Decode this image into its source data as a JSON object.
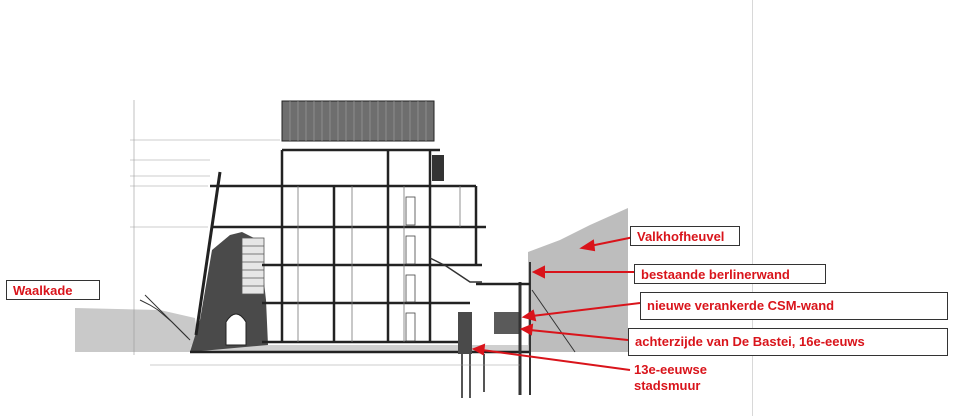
{
  "colors": {
    "label_red": "#d9141b",
    "ground_gray": "#c9c9c9",
    "hill_gray": "#bdbdbd",
    "wall_dark": "#4a4a4a",
    "line_black": "#222222"
  },
  "labels": {
    "waalkade": "Waalkade",
    "valkhofheuvel": "Valkhofheuvel",
    "berlinerwand": "bestaande berlinerwand",
    "csm_wand": "nieuwe verankerde CSM-wand",
    "bastei": "achterzijde van De Bastei, 16e-eeuws",
    "stadsmuur": "13e-eeuwse\nstadsmuur"
  }
}
